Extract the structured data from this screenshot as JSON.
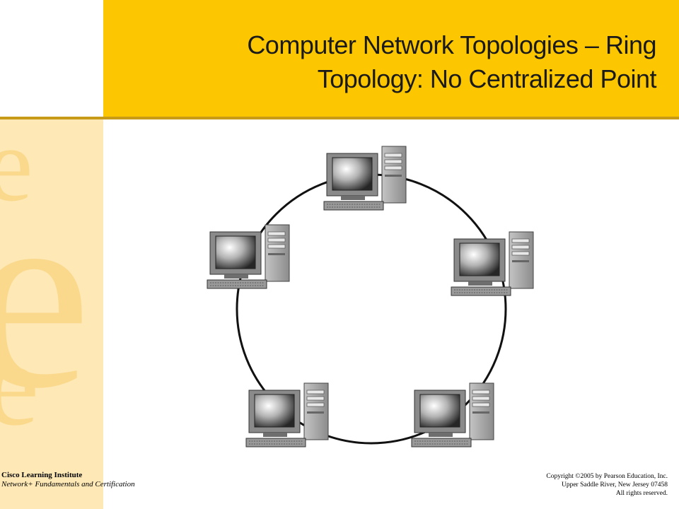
{
  "title": {
    "line1_a": "Computer Network Topologies",
    "line1_dash": "–",
    "line1_b": "Ring",
    "line2": "Topology: No Centralized Point"
  },
  "footer": {
    "org": "Cisco Learning Institute",
    "course": "Network+ Fundamentals and Certification",
    "copyright_1": "Copyright ©2005 by Pearson Education, Inc.",
    "copyright_2": "Upper Saddle River, New Jersey 07458",
    "copyright_3": "All rights reserved."
  },
  "diagram": {
    "topology": "ring",
    "nodes": [
      {
        "id": "pc-top",
        "icon": "desktop-computer-icon"
      },
      {
        "id": "pc-right",
        "icon": "desktop-computer-icon"
      },
      {
        "id": "pc-bottom-right",
        "icon": "desktop-computer-icon"
      },
      {
        "id": "pc-bottom-left",
        "icon": "desktop-computer-icon"
      },
      {
        "id": "pc-left",
        "icon": "desktop-computer-icon"
      }
    ]
  },
  "colors": {
    "title_band": "#fcc600",
    "side_band": "#fde8b6",
    "accent_rule": "#c79a18"
  }
}
